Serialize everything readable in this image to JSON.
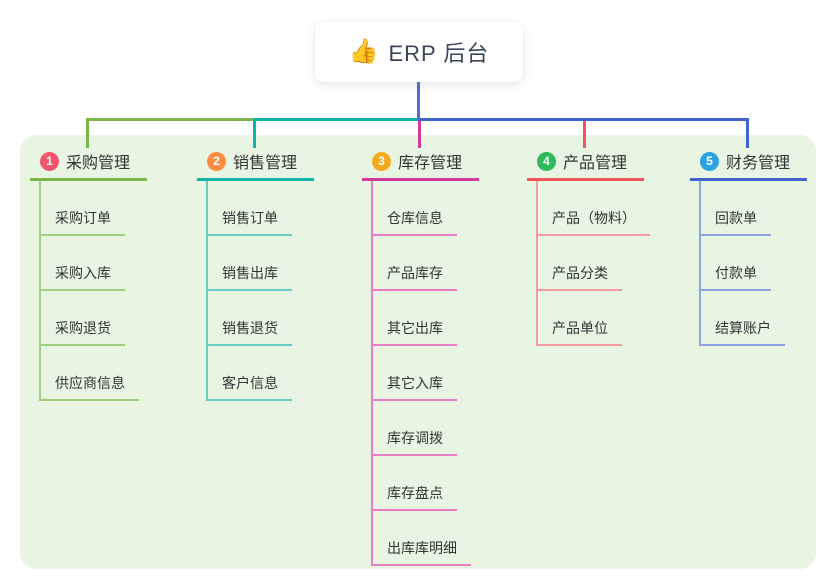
{
  "root": {
    "icon": "👍",
    "title": "ERP 后台"
  },
  "colors": {
    "canvas_bg": "#ffffff",
    "panel_bg": "#e9f5e3",
    "root_line": "#5b68d1",
    "text": "#333333",
    "root_text": "#3a4656"
  },
  "branches": [
    {
      "number": "1",
      "label": "采购管理",
      "badge_color": "#f1566c",
      "line_color": "#7ab648",
      "sub_line_color": "#9fce7e",
      "items": [
        "采购订单",
        "采购入库",
        "采购退货",
        "供应商信息"
      ]
    },
    {
      "number": "2",
      "label": "销售管理",
      "badge_color": "#f98b43",
      "line_color": "#12b3a8",
      "sub_line_color": "#6fcac3",
      "items": [
        "销售订单",
        "销售出库",
        "销售退货",
        "客户信息"
      ]
    },
    {
      "number": "3",
      "label": "库存管理",
      "badge_color": "#f5a91d",
      "line_color": "#cf3a9e",
      "sub_line_color": "#e77fc0",
      "items": [
        "仓库信息",
        "产品库存",
        "其它出库",
        "其它入库",
        "库存调拨",
        "库存盘点",
        "出库库明细"
      ]
    },
    {
      "number": "4",
      "label": "产品管理",
      "badge_color": "#2fb95a",
      "line_color": "#f2545e",
      "sub_line_color": "#f59ba0",
      "items": [
        "产品（物料）",
        "产品分类",
        "产品单位"
      ]
    },
    {
      "number": "5",
      "label": "财务管理",
      "badge_color": "#2aa3e0",
      "line_color": "#4263cb",
      "sub_line_color": "#8fa3e0",
      "items": [
        "回款单",
        "付款单",
        "结算账户"
      ]
    }
  ]
}
